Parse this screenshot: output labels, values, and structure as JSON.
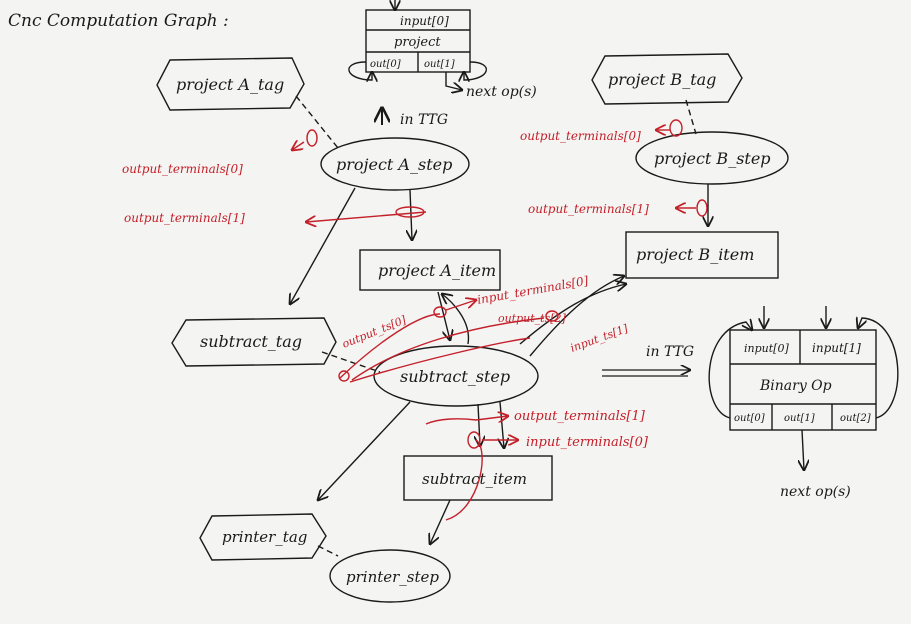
{
  "title": "Cnc Computation Graph :",
  "colors": {
    "ink": "#1a1a1a",
    "red": "#c4202a",
    "paper": "#f4f4f2"
  },
  "nodes": {
    "projectA_tag": "project A_tag",
    "projectA_step": "project A_step",
    "projectA_item": "project A_item",
    "projectB_tag": "project B_tag",
    "projectB_step": "project B_step",
    "projectB_item": "project B_item",
    "subtract_tag": "subtract_tag",
    "subtract_step": "subtract_step",
    "subtract_item": "subtract_item",
    "printer_tag": "printer_tag",
    "printer_step": "printer_step"
  },
  "unary_op": {
    "input": "input[0]",
    "name": "project",
    "out0": "out[0]",
    "out1": "out[1]",
    "next": "next op(s)",
    "in_ttg": "in TTG"
  },
  "binary_op": {
    "input0": "input[0]",
    "input1": "input[1]",
    "name": "Binary Op",
    "out0": "out[0]",
    "out1": "out[1]",
    "out2": "out[2]",
    "next": "next op(s)",
    "in_ttg": "in TTG"
  },
  "labels": {
    "a_out0": "output_terminals[0]",
    "a_out1": "output_terminals[1]",
    "b_out0": "output_terminals[0]",
    "b_out1": "output_terminals[1]",
    "sub_in0": "input_terminals[0]",
    "sub_out_ts0": "output_ts[0]",
    "sub_out_ts2": "output_ts[2]",
    "sub_in_ts1": "input_ts[1]",
    "sub_out1": "output_terminals[1]",
    "sub_in_term0": "input_terminals[0]"
  }
}
